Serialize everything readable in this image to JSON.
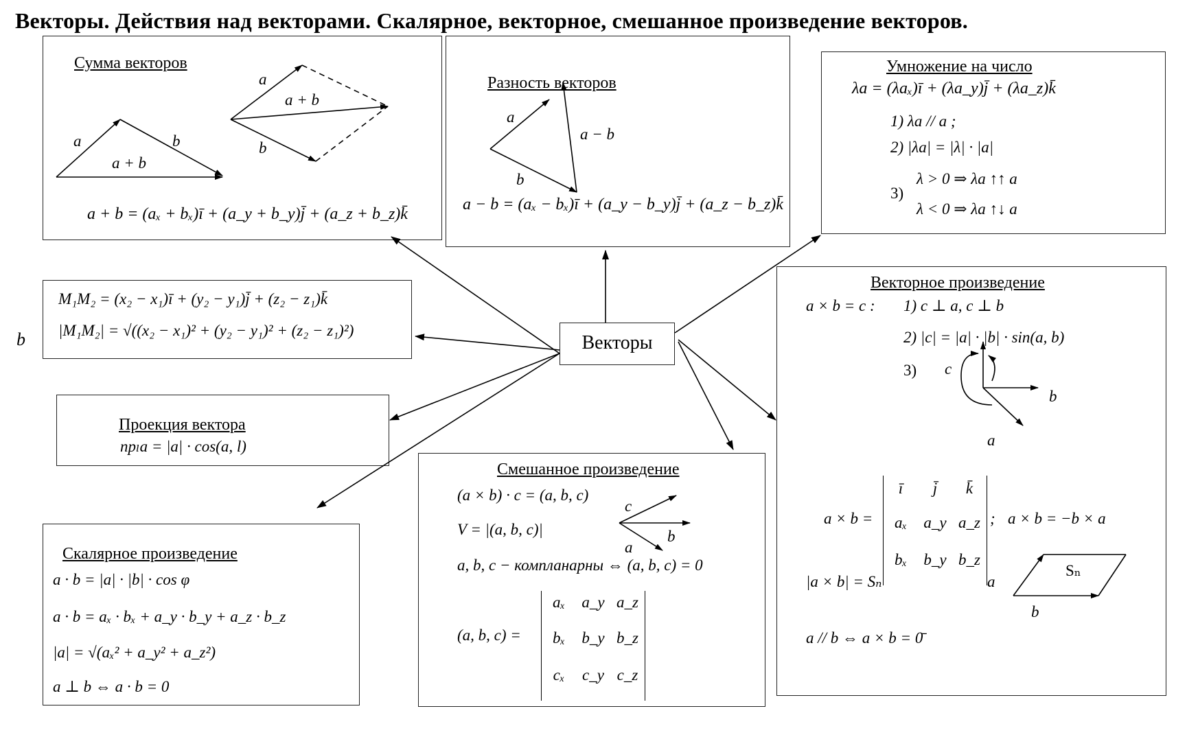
{
  "title": "Векторы. Действия над векторами. Скалярное, векторное, смешанное произведение векторов.",
  "center": "Векторы",
  "sum": {
    "heading": "Сумма векторов",
    "lbl_a1": "a",
    "lbl_b1": "b",
    "lbl_sum1": "a + b",
    "lbl_a2": "a",
    "lbl_b2": "b",
    "lbl_sum2": "a + b",
    "formula": "a + b = (aₓ + bₓ)ī + (a_y + b_y)j̄ + (a_z + b_z)k̄"
  },
  "diff": {
    "heading": "Разность  векторов",
    "lbl_a": "a",
    "lbl_b": "b",
    "lbl_diff": "a − b",
    "formula": "a − b = (aₓ − bₓ)ī + (a_y − b_y)j̄ + (a_z − b_z)k̄"
  },
  "mult": {
    "heading": "Умножение на число",
    "formula": "λa = (λaₓ)ī + (λa_y)j̄ + (λa_z)k̄",
    "p1": "1)  λa // a ;",
    "p2": "2)  |λa| = |λ| · |a|",
    "p3": "3)",
    "p3a": "λ > 0 ⇒ λa ↑↑ a",
    "p3b": "λ < 0 ⇒ λa ↑↓ a"
  },
  "coord": {
    "line1": "M₁M₂ = (x₂ − x₁)ī + (y₂ − y₁)j̄ + (z₂ − z₁)k̄",
    "line2": "|M₁M₂| = √((x₂ − x₁)² + (y₂ − y₁)² + (z₂ − z₁)²)"
  },
  "stray_b": "b",
  "proj": {
    "heading": "Проекция вектора",
    "formula": "npₗa = |a| · cos(a, l)"
  },
  "scalar": {
    "heading": "Скалярное произведение",
    "f1": "a · b = |a| · |b| · cos φ",
    "f2": "a · b = aₓ · bₓ + a_y · b_y + a_z · b_z",
    "f3": "|a| = √(aₓ² + a_y² + a_z²)",
    "f4": "a ⊥ b ⇔ a · b = 0"
  },
  "mixed": {
    "heading": "Смешанное  произведение",
    "f1": "(a × b) · c = (a, b, c)",
    "f2": "V = |(a, b, c)|",
    "f3": "a, b, c − компланарны ⇔ (a, b, c) = 0",
    "f4lhs": "(a, b, c) =",
    "lbl_c": "c",
    "lbl_b": "b",
    "lbl_a": "a",
    "matrix": [
      [
        "aₓ",
        "a_y",
        "a_z"
      ],
      [
        "bₓ",
        "b_y",
        "b_z"
      ],
      [
        "cₓ",
        "c_y",
        "c_z"
      ]
    ]
  },
  "vector": {
    "heading": "Векторное произведение",
    "def": "a × b = c :",
    "p1": "1)  c ⊥ a, c ⊥ b",
    "p2": "2)  |c| = |a| · |b| · sin(a, b)",
    "p3": "3)",
    "lbl_c": "c",
    "lbl_b": "b",
    "lbl_a": "a",
    "det_lhs": "a × b =",
    "matrix": [
      [
        "ī",
        "j̄",
        "k̄"
      ],
      [
        "aₓ",
        "a_y",
        "a_z"
      ],
      [
        "bₓ",
        "b_y",
        "b_z"
      ]
    ],
    "semi": ";",
    "anti": "a × b = −b × a",
    "area": "|a × b| = Sₙ",
    "par_a": "a",
    "par_b": "b",
    "par_s": "Sₙ",
    "parallel": "a // b ⇔ a × b = 0̄"
  }
}
